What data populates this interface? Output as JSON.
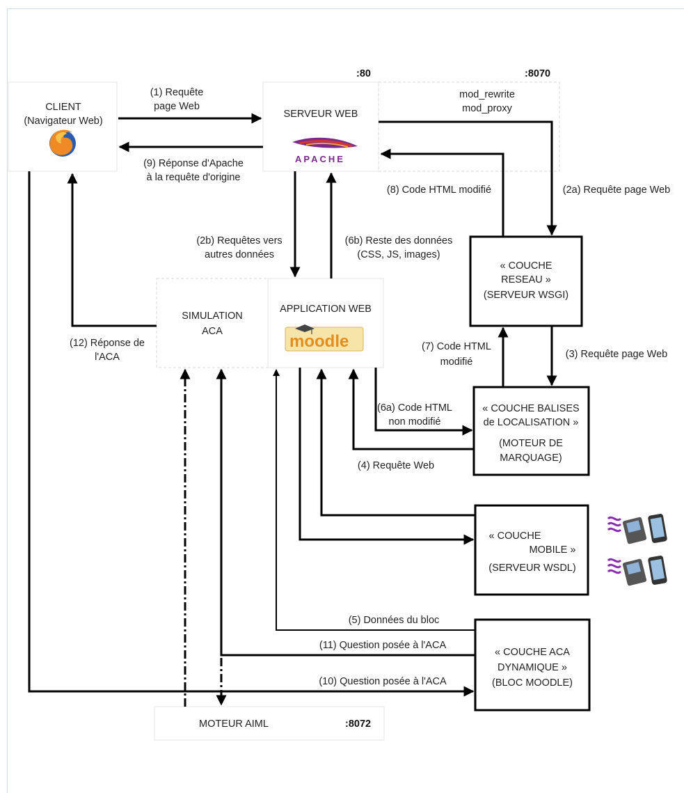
{
  "ports": {
    "p80": ":80",
    "p8070": ":8070",
    "p8072": ":8072"
  },
  "client": {
    "line1": "CLIENT",
    "line2": "(Navigateur Web)",
    "icon": "firefox-icon"
  },
  "serveur_web": {
    "label": "SERVEUR WEB",
    "logo": "APACHE",
    "icon": "apache-feather-icon"
  },
  "mod_rewrite": "mod_rewrite",
  "mod_proxy": "mod_proxy",
  "simulation_aca": {
    "line1": "SIMULATION",
    "line2": "ACA"
  },
  "application_web": {
    "label": "APPLICATION WEB",
    "logo": "moodle"
  },
  "couche_reseau": {
    "line1": "« COUCHE",
    "line2": "RESEAU »",
    "line3": "(SERVEUR WSGI)"
  },
  "couche_balises": {
    "line1": "« COUCHE BALISES",
    "line2": "de LOCALISATION »",
    "line3": "(MOTEUR DE",
    "line4": "MARQUAGE)"
  },
  "couche_mobile": {
    "line1": "« COUCHE",
    "line2": "MOBILE »",
    "line3": "(SERVEUR WSDL)",
    "icon": "mobile-devices-icon"
  },
  "couche_aca": {
    "line1": "« COUCHE ACA",
    "line2": "DYNAMIQUE »",
    "line3": "(BLOC MOODLE)"
  },
  "moteur_aiml": {
    "label": "MOTEUR AIML"
  },
  "labels": {
    "l1a": "(1) Requête",
    "l1b": "page Web",
    "l9a": "(9) Réponse d'Apache",
    "l9b": "à la requête d'origine",
    "l8": "(8) Code HTML modifié",
    "l2a": "(2a) Requête page Web",
    "l2b_a": "(2b) Requêtes vers",
    "l2b_b": "autres données",
    "l6b_a": "(6b) Reste des données",
    "l6b_b": "(CSS, JS, images)",
    "l12a": "(12) Réponse de",
    "l12b": "l'ACA",
    "l7a": "(7) Code HTML",
    "l7b": "modifié",
    "l3": "(3) Requête page Web",
    "l6a_a": "(6a) Code HTML",
    "l6a_b": "non modifié",
    "l4": "(4) Requête Web",
    "l5": "(5) Données du bloc",
    "l11": "(11) Question posée à l'ACA",
    "l10": "(10) Question posée à l'ACA"
  },
  "colors": {
    "line": "#000000",
    "moodle_orange": "#e8a33b",
    "apache_purple": "#7a2a8a",
    "mobile_purple": "#8a2bb0"
  }
}
